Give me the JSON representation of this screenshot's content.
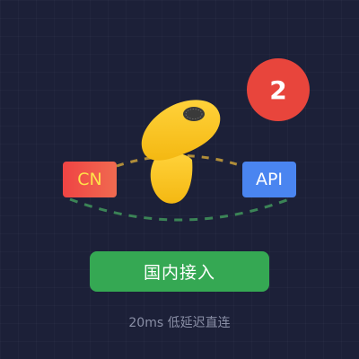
{
  "badge": {
    "number": "2"
  },
  "source_tag": {
    "label": "CN"
  },
  "target_tag": {
    "label": "API"
  },
  "cta": {
    "label": "国内接入"
  },
  "caption": {
    "text": "20ms 低延迟直连"
  },
  "colors": {
    "background": "#1c2038",
    "badge": "#e8453c",
    "source_tag": "#ef4444",
    "target_tag": "#4a85f0",
    "cta": "#35a853",
    "route_top": "#d6a93a",
    "route_bottom": "#3f8f5a",
    "mascot": "#f6c21c"
  },
  "icons": {
    "mascot": "yellow-cartoon-creature-icon"
  }
}
